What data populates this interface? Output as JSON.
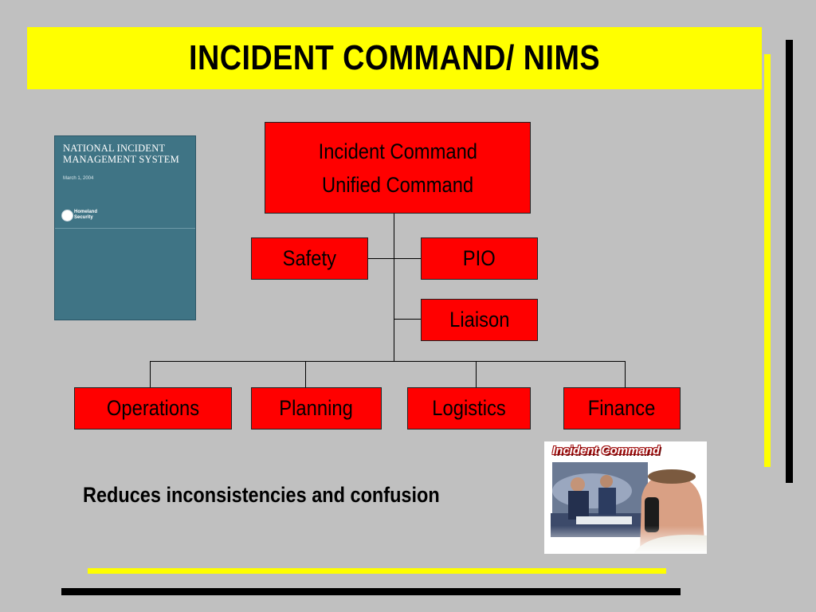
{
  "slide": {
    "title": "INCIDENT COMMAND/ NIMS",
    "tagline": "Reduces inconsistencies and confusion"
  },
  "book": {
    "title_line1": "NATIONAL INCIDENT",
    "title_line2": "MANAGEMENT SYSTEM",
    "date": "March 1, 2004",
    "agency_line1": "Homeland",
    "agency_line2": "Security"
  },
  "org_chart": {
    "top": {
      "line1": "Incident Command",
      "line2": "Unified Command"
    },
    "staff_left": "Safety",
    "staff_right": "PIO",
    "staff_liaison": "Liaison",
    "sections": [
      "Operations",
      "Planning",
      "Logistics",
      "Finance"
    ]
  },
  "photo": {
    "caption": "Incident Command"
  },
  "colors": {
    "background": "#c0c0c0",
    "title_bar": "#ffff00",
    "box_fill": "#ff0000",
    "accent_black": "#000000",
    "book_cover": "#3f7485"
  }
}
